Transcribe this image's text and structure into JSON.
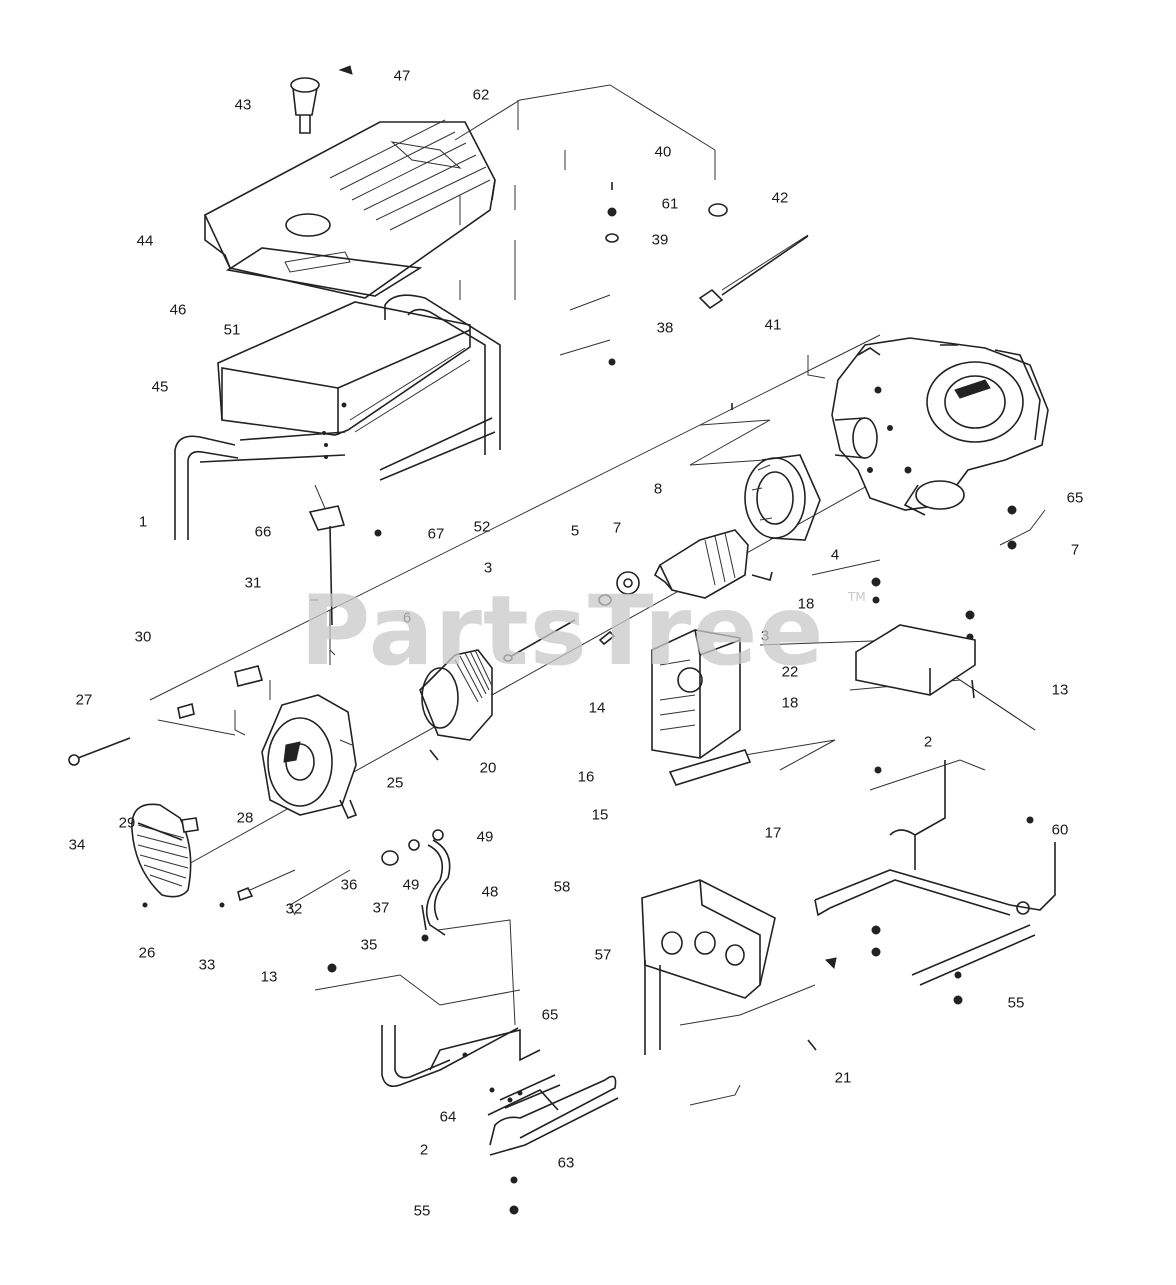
{
  "watermark": "PartsTree",
  "watermark_tm": "TM",
  "callouts": [
    "47",
    "43",
    "62",
    "40",
    "61",
    "39",
    "42",
    "44",
    "46",
    "51",
    "41",
    "38",
    "45",
    "52",
    "1",
    "66",
    "67",
    "31",
    "30",
    "27",
    "29",
    "34",
    "26",
    "28",
    "25",
    "36",
    "49",
    "48",
    "37",
    "35",
    "33",
    "32",
    "13",
    "20",
    "6",
    "3",
    "5",
    "7",
    "8",
    "4",
    "18",
    "14",
    "22",
    "16",
    "15",
    "17",
    "2",
    "60",
    "58",
    "57",
    "65",
    "64",
    "21",
    "63",
    "55"
  ]
}
